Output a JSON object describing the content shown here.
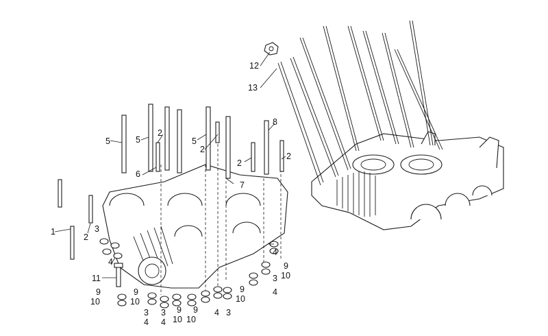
{
  "callouts": [
    {
      "id": "c1",
      "text": "1"
    },
    {
      "id": "c2a",
      "text": "2"
    },
    {
      "id": "c2b",
      "text": "2"
    },
    {
      "id": "c2c",
      "text": "2"
    },
    {
      "id": "c2d",
      "text": "2"
    },
    {
      "id": "c2e",
      "text": "2"
    },
    {
      "id": "c3a",
      "text": "3"
    },
    {
      "id": "c3b",
      "text": "3"
    },
    {
      "id": "c3c",
      "text": "3"
    },
    {
      "id": "c3d",
      "text": "3"
    },
    {
      "id": "c3e",
      "text": "3"
    },
    {
      "id": "c4a",
      "text": "4"
    },
    {
      "id": "c4b",
      "text": "4"
    },
    {
      "id": "c4c",
      "text": "4"
    },
    {
      "id": "c4d",
      "text": "4"
    },
    {
      "id": "c4e",
      "text": "4"
    },
    {
      "id": "c4f",
      "text": "4"
    },
    {
      "id": "c5a",
      "text": "5"
    },
    {
      "id": "c5b",
      "text": "5"
    },
    {
      "id": "c5c",
      "text": "5"
    },
    {
      "id": "c6",
      "text": "6"
    },
    {
      "id": "c7",
      "text": "7"
    },
    {
      "id": "c8",
      "text": "8"
    },
    {
      "id": "c9a",
      "text": "9"
    },
    {
      "id": "c9b",
      "text": "9"
    },
    {
      "id": "c9c",
      "text": "9"
    },
    {
      "id": "c9d",
      "text": "9"
    },
    {
      "id": "c9e",
      "text": "9"
    },
    {
      "id": "c9f",
      "text": "9"
    },
    {
      "id": "c10a",
      "text": "10"
    },
    {
      "id": "c10b",
      "text": "10"
    },
    {
      "id": "c10c",
      "text": "10"
    },
    {
      "id": "c10d",
      "text": "10"
    },
    {
      "id": "c10e",
      "text": "10"
    },
    {
      "id": "c10f",
      "text": "10"
    },
    {
      "id": "c11",
      "text": "11"
    },
    {
      "id": "c12",
      "text": "12"
    },
    {
      "id": "c13",
      "text": "13"
    }
  ]
}
